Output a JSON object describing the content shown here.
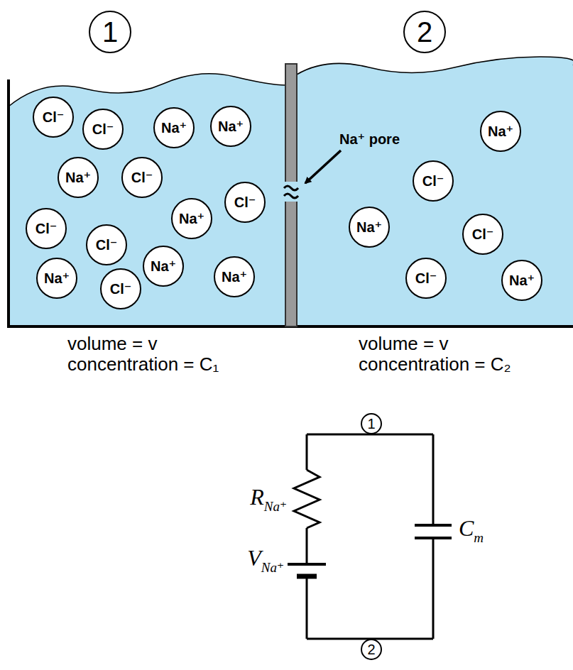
{
  "diagram": {
    "nodes": [
      {
        "text": [
          "1"
        ]
      },
      {
        "text": [
          "2"
        ]
      },
      {
        "text": [
          "volume = v",
          "concentration = C₁"
        ]
      },
      {
        "text": [
          "Cl⁻"
        ],
        "in": 2
      },
      {
        "text": [
          "Cl⁻"
        ],
        "in": 2
      },
      {
        "text": [
          "Na⁺"
        ],
        "in": 2
      },
      {
        "text": [
          "Na⁺"
        ],
        "in": 2
      },
      {
        "text": [
          "Na⁺"
        ],
        "in": 2
      },
      {
        "text": [
          "Cl⁻"
        ],
        "in": 2
      },
      {
        "text": [
          "Cl⁻"
        ],
        "in": 2
      },
      {
        "text": [
          "Na⁺"
        ],
        "in": 2
      },
      {
        "text": [
          "Cl⁻"
        ],
        "in": 2
      },
      {
        "text": [
          "Cl⁻"
        ],
        "in": 2
      },
      {
        "text": [
          "Na⁺"
        ],
        "in": 2
      },
      {
        "text": [
          "Na⁺"
        ],
        "in": 2
      },
      {
        "text": [
          "Na⁺"
        ],
        "in": 2
      },
      {
        "text": [
          "Cl⁻"
        ],
        "in": 2
      },
      {
        "text": [
          "volume = v",
          "concentration = C₂"
        ]
      },
      {
        "text": [
          "Na⁺"
        ],
        "in": 17
      },
      {
        "text": [
          "Cl⁻"
        ],
        "in": 17
      },
      {
        "text": [
          "Na⁺"
        ],
        "in": 17
      },
      {
        "text": [
          "Cl⁻"
        ],
        "in": 17
      },
      {
        "text": [
          "Cl⁻"
        ],
        "in": 17
      },
      {
        "text": [
          "Na⁺"
        ],
        "in": 17
      },
      {
        "text": [
          "1"
        ]
      },
      {
        "text": [
          "2"
        ]
      }
    ],
    "labels": [
      "Na⁺ pore",
      "R",
      "Na⁺",
      "V",
      "Na⁺",
      "C",
      "m"
    ]
  }
}
